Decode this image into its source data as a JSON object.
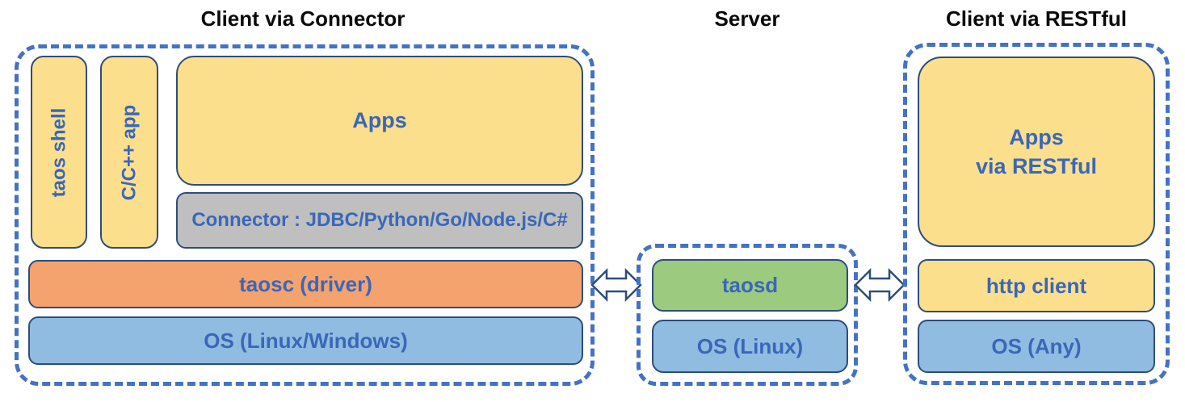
{
  "colors": {
    "yellow": "#FBDF8D",
    "orange": "#F4A36F",
    "green": "#9CCA7F",
    "blue": "#90BCE1",
    "gray": "#BFBFBF",
    "dash_blue": "#4472C4",
    "box_border": "#2E4D7B",
    "text_blue": "#3A67B8",
    "title_color": "#0A0A0A",
    "bg": "#FFFFFF"
  },
  "sections": {
    "client_connector": {
      "title": "Client via Connector",
      "boxes": {
        "taos_shell": "taos shell",
        "cpp_app": "C/C++ app",
        "apps": "Apps",
        "connector": "Connector : JDBC/Python/Go/Node.js/C#",
        "taosc": "taosc (driver)",
        "os": "OS (Linux/Windows)"
      }
    },
    "server": {
      "title": "Server",
      "boxes": {
        "taosd": "taosd",
        "os": "OS (Linux)"
      }
    },
    "client_restful": {
      "title": "Client via RESTful",
      "boxes": {
        "apps_line1": "Apps",
        "apps_line2": "via RESTful",
        "http_client": "http client",
        "os": "OS (Any)"
      }
    }
  },
  "arrows": {
    "left": "double-headed-arrow",
    "right": "double-headed-arrow"
  }
}
